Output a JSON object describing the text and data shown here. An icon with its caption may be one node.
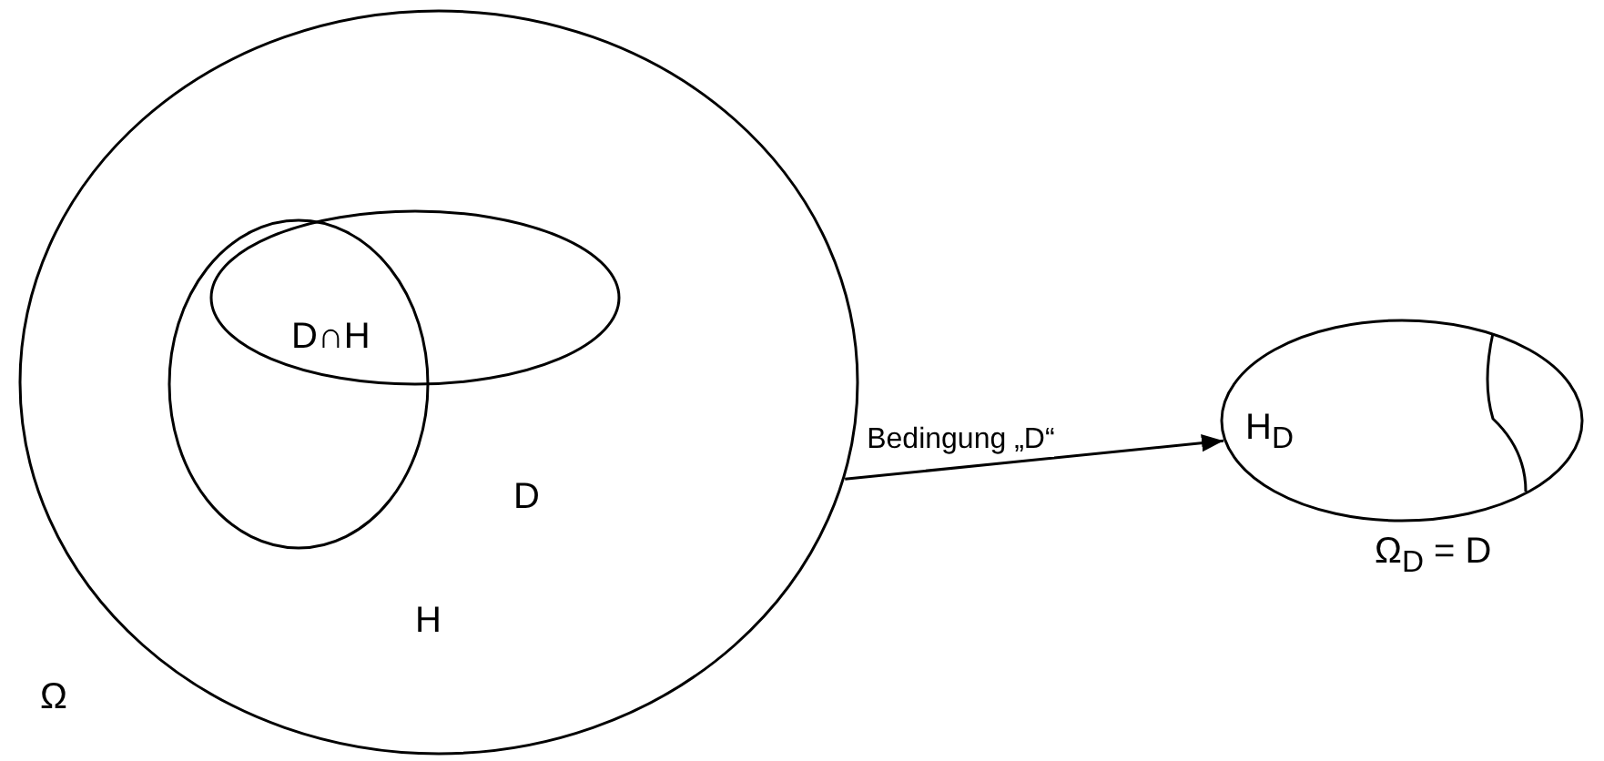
{
  "diagram": {
    "nodes": [
      {
        "text": [
          "Ω"
        ]
      },
      {
        "text": [
          "H"
        ],
        "in": 0
      },
      {
        "text": [
          "D"
        ],
        "in": 0
      },
      {
        "text": [
          "H$_{D}$"
        ],
        "beside": [
          "Ω$_{D}$ = D"
        ]
      }
    ],
    "edges": [
      {
        "from": 0,
        "to": 3,
        "arrow": "to",
        "label": "Bedingung „D“"
      }
    ],
    "labels": [
      "D∩H"
    ]
  }
}
